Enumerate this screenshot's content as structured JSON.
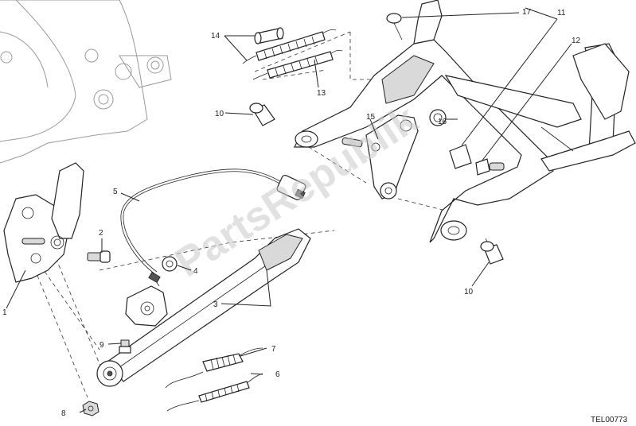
{
  "diagram": {
    "code": "TEL00773",
    "watermark": "PartsRepublik",
    "callouts": [
      {
        "id": "c1",
        "label": "1"
      },
      {
        "id": "c2",
        "label": "2"
      },
      {
        "id": "c3",
        "label": "3"
      },
      {
        "id": "c4",
        "label": "4"
      },
      {
        "id": "c5",
        "label": "5"
      },
      {
        "id": "c6",
        "label": "6"
      },
      {
        "id": "c7",
        "label": "7"
      },
      {
        "id": "c8",
        "label": "8"
      },
      {
        "id": "c9",
        "label": "9"
      },
      {
        "id": "c10a",
        "label": "10"
      },
      {
        "id": "c10b",
        "label": "10"
      },
      {
        "id": "c11",
        "label": "11"
      },
      {
        "id": "c12",
        "label": "12"
      },
      {
        "id": "c13",
        "label": "13"
      },
      {
        "id": "c14",
        "label": "14"
      },
      {
        "id": "c15",
        "label": "15"
      },
      {
        "id": "c16",
        "label": "16"
      },
      {
        "id": "c17",
        "label": "17"
      }
    ]
  }
}
